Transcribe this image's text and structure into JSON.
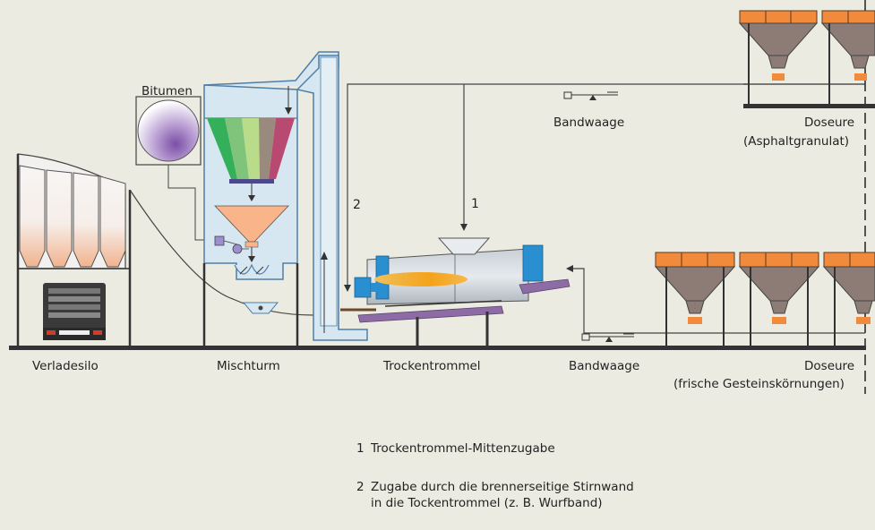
{
  "labels": {
    "bitumen": "Bitumen",
    "verladesilo": "Verladesilo",
    "mischturm": "Mischturm",
    "trockentrommel": "Trockentrommel",
    "bandwaage_top": "Bandwaage",
    "bandwaage_bottom": "Bandwaage",
    "doseure_top": "Doseure",
    "doseure_top_sub": "(Asphaltgranulat)",
    "doseure_bottom": "Doseure",
    "doseure_bottom_sub": "(frische Gesteinskörnungen)",
    "path_1": "1",
    "path_2": "2"
  },
  "legend": {
    "item1_num": "1",
    "item1_text": "Trockentrommel-Mittenzugabe",
    "item2_num": "2",
    "item2_line1": "Zugabe durch die brennerseitige Stirnwand",
    "item2_line2": "in die Tockentrommel  (z. B. Wurfband)"
  },
  "colors": {
    "background": "#ecebe1",
    "structure": "#3a3a3a",
    "duct_fill": "#d6e7f1",
    "duct_stroke": "#4f7fa6",
    "hopper_orange": "#f28a3c",
    "hopper_grey": "#8d7c75",
    "funnel_orange": "#f9b48a",
    "drum_grey": "#bcc4cc",
    "burner_blue": "#2a8fd0",
    "flame": "#f5a21a",
    "conveyor_purple": "#8d6ca6"
  }
}
